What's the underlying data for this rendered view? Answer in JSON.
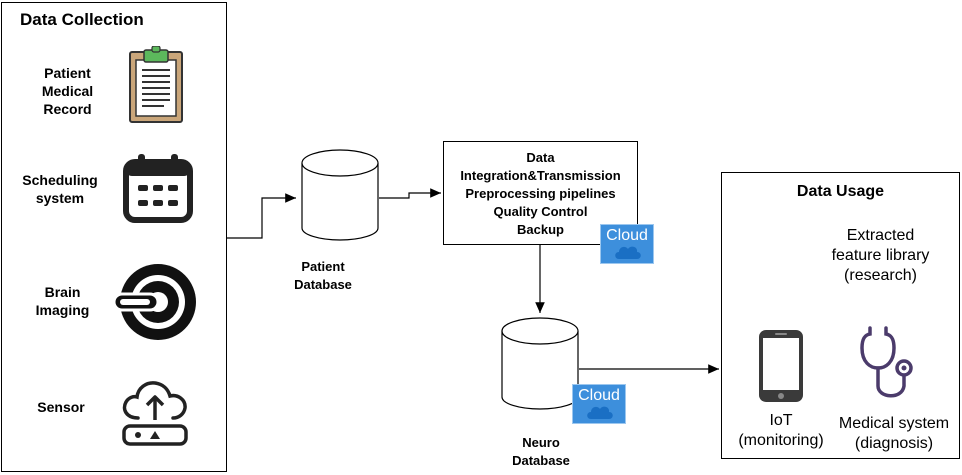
{
  "data_collection": {
    "title": "Data Collection",
    "items": [
      {
        "label": "Patient\nMedical\nRecord",
        "icon": "clipboard-icon"
      },
      {
        "label": "Scheduling\nsystem",
        "icon": "calendar-icon"
      },
      {
        "label": "Brain\nImaging",
        "icon": "mri-scanner-icon"
      },
      {
        "label": "Sensor",
        "icon": "cloud-upload-icon"
      }
    ]
  },
  "patient_db": {
    "label": "Patient\nDatabase"
  },
  "processing": {
    "lines": [
      "Data",
      "Integration&Transmission",
      "Preprocessing pipelines",
      "Quality Control",
      "Backup"
    ],
    "cloud_label": "Cloud"
  },
  "neuro_db": {
    "label": "Neuro\nDatabase",
    "cloud_label": "Cloud"
  },
  "data_usage": {
    "title": "Data Usage",
    "feature_library": "Extracted\nfeature library\n(research)",
    "iot": "IoT\n(monitoring)",
    "medical_system": "Medical system\n(diagnosis)"
  },
  "colors": {
    "cloud": "#3d8fdc",
    "clipboard_clip": "#5cb85c",
    "stethoscope": "#4b3b6b"
  }
}
